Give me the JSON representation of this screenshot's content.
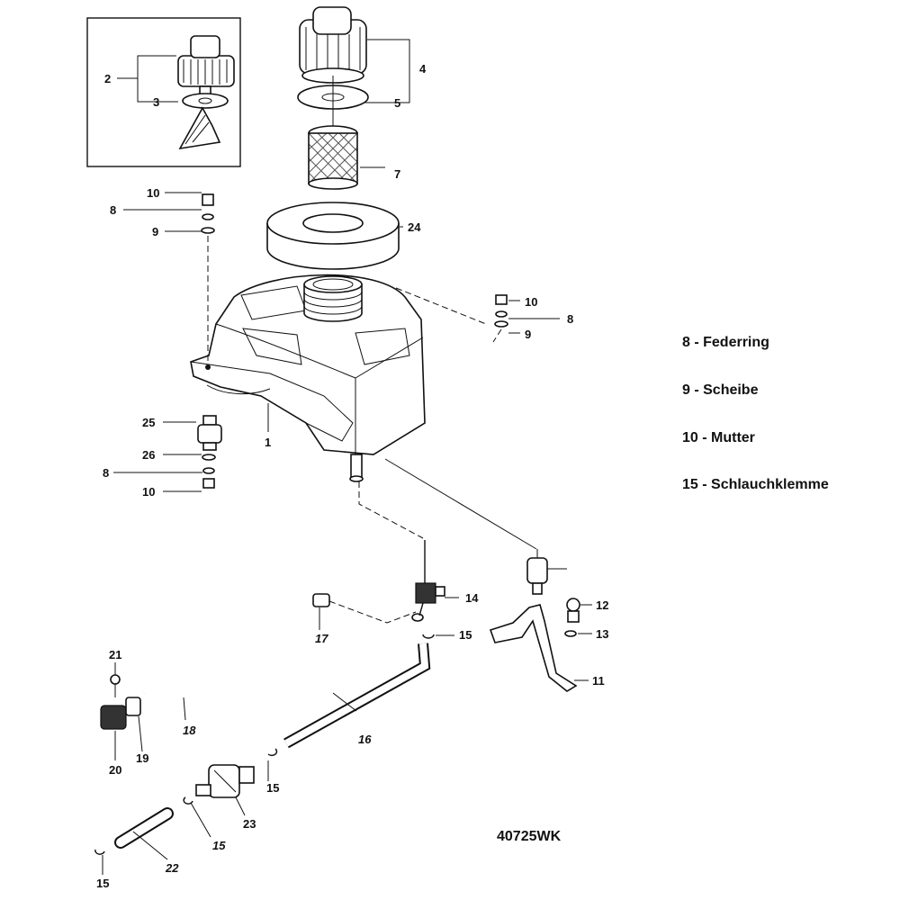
{
  "legend": [
    {
      "label": "8 - Federring"
    },
    {
      "label": "9 - Scheibe"
    },
    {
      "label": "10 - Mutter"
    },
    {
      "label": "15 - Schlauchklemme"
    }
  ],
  "drawing_code": "40725WK",
  "callouts": {
    "p1": "1",
    "p2": "2",
    "p3": "3",
    "p4": "4",
    "p5": "5",
    "p7": "7",
    "p8a": "8",
    "p9a": "9",
    "p10a": "10",
    "p24": "24",
    "p10b": "10",
    "p8b": "8",
    "p9b": "9",
    "p25": "25",
    "p26": "26",
    "p8c": "8",
    "p10c": "10",
    "p14": "14",
    "p17": "17",
    "p15a": "15",
    "p12": "12",
    "p13": "13",
    "p11": "11",
    "p21": "21",
    "p18": "18",
    "p16": "16",
    "p20": "20",
    "p19": "19",
    "p15b": "15",
    "p23": "23",
    "p15c": "15",
    "p22": "22",
    "p15d": "15"
  }
}
